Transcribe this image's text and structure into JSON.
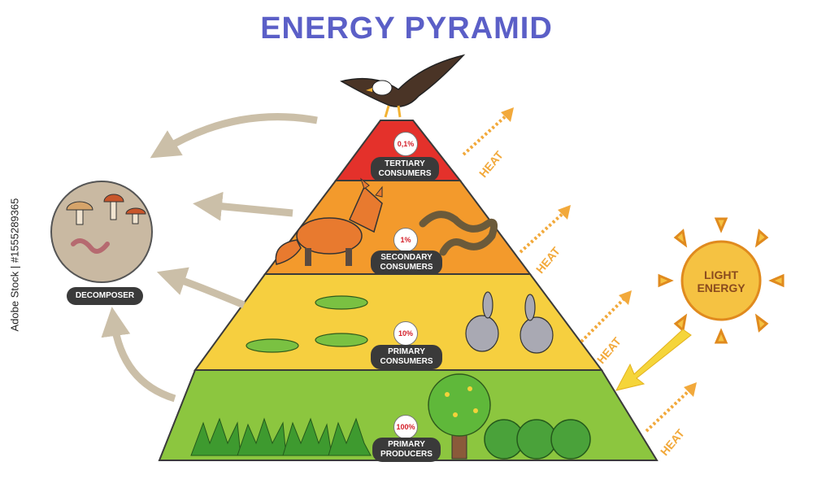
{
  "title": "ENERGY PYRAMID",
  "credit": "Adobe Stock | #1555289365",
  "levels": [
    {
      "label_line1": "TERTIARY",
      "label_line2": "CONSUMERS",
      "percent": "0,1%",
      "color": "#e4312b"
    },
    {
      "label_line1": "SECONDARY",
      "label_line2": "CONSUMERS",
      "percent": "1%",
      "color": "#f39a2c"
    },
    {
      "label_line1": "PRIMARY",
      "label_line2": "CONSUMERS",
      "percent": "10%",
      "color": "#f6cf3f"
    },
    {
      "label_line1": "PRIMARY",
      "label_line2": "PRODUCERS",
      "percent": "100%",
      "color": "#8cc63f"
    }
  ],
  "decomposer": {
    "label": "DECOMPOSER"
  },
  "heat_label": "HEAT",
  "sun": {
    "line1": "LIGHT",
    "line2": "ENERGY"
  },
  "colors": {
    "title": "#5b5fc7",
    "heat": "#f2a93b",
    "arrows": "#cbbfa8",
    "sun": "#f5c242"
  }
}
